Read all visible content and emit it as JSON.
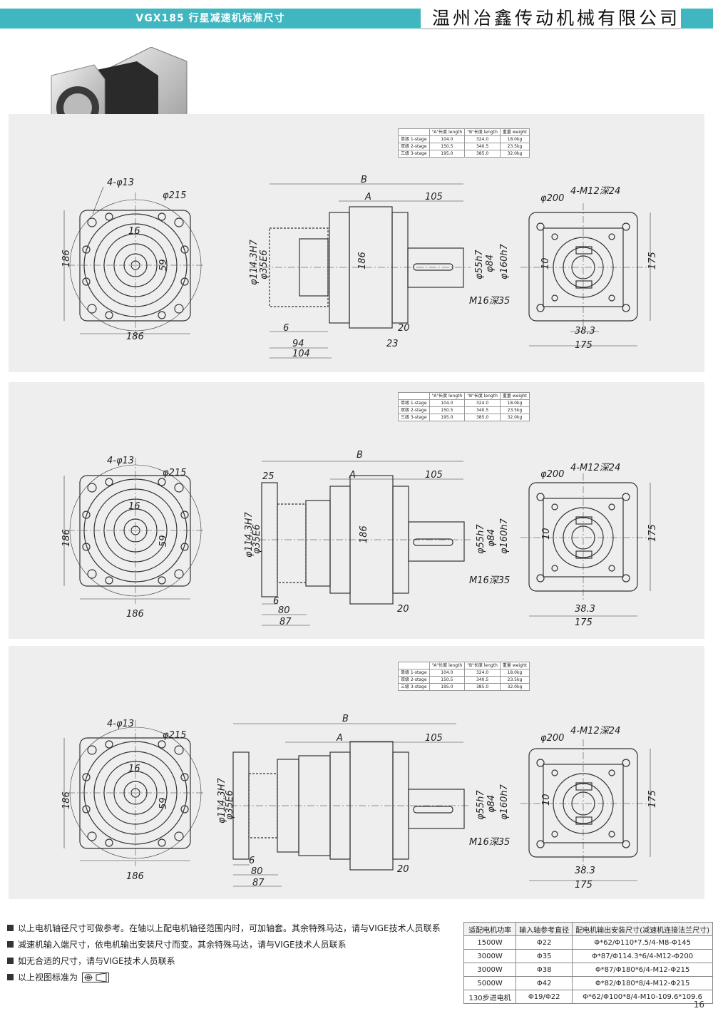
{
  "header": {
    "title": "VGX185 行星减速机标准尺寸",
    "company": "温州冶鑫传动机械有限公司"
  },
  "spec_table": {
    "headers": [
      "",
      "\"A\"长度 length",
      "\"B\"长度 length",
      "重量 weight"
    ],
    "rows": [
      [
        "单级 1-stage",
        "104.0",
        "324.0",
        "18.0kg"
      ],
      [
        "双级 2-stage",
        "150.5",
        "340.5",
        "23.5kg"
      ],
      [
        "三级 3-stage",
        "195.0",
        "385.0",
        "32.0kg"
      ]
    ]
  },
  "dims": {
    "holes": "4-φ13",
    "pcd_in": "φ215",
    "d16": "16",
    "d59": "59",
    "side186": "186",
    "B": "B",
    "A": "A",
    "l105": "105",
    "d114": "φ114.3H7",
    "d35": "φ35E6",
    "body186": "186",
    "d55": "φ55h7",
    "d84": "φ84",
    "d160": "φ160h7",
    "m16": "M16深35",
    "l6": "6",
    "l20": "20",
    "l23": "23",
    "l94": "94",
    "l104": "104",
    "l25": "25",
    "l80": "80",
    "l87": "87",
    "pcd_out": "φ200",
    "m12": "4-M12深24",
    "k10": "10",
    "k38": "38.3",
    "o175": "175",
    "o175v": "175"
  },
  "notes": [
    "以上电机轴径尺寸可做参考。在轴以上配电机轴径范围内时，可加轴套。其余特殊马达，请与VIGE技术人员联系",
    "减速机输入端尺寸，依电机输出安装尺寸而变。其余特殊马达，请与VIGE技术人员联系",
    "如无合适的尺寸，请与VIGE技术人员联系",
    "以上视图标准为"
  ],
  "motor_table": {
    "headers": [
      "适配电机功率",
      "输入轴参考直径",
      "配电机输出安装尺寸(减速机连接法兰尺寸)"
    ],
    "rows": [
      [
        "1500W",
        "Φ22",
        "Φ*62/Φ110*7.5/4-M8-Φ145"
      ],
      [
        "3000W",
        "Φ35",
        "Φ*87/Φ114.3*6/4-M12-Φ200"
      ],
      [
        "3000W",
        "Φ38",
        "Φ*87/Φ180*6/4-M12-Φ215"
      ],
      [
        "5000W",
        "Φ42",
        "Φ*82/Φ180*8/4-M12-Φ215"
      ],
      [
        "130步进电机",
        "Φ19/Φ22",
        "Φ*62/Φ100*8/4-M10-109.6*109.6"
      ]
    ]
  },
  "page_number": "16",
  "colors": {
    "accent": "#3fb6c0",
    "panel": "#eeeeee"
  }
}
